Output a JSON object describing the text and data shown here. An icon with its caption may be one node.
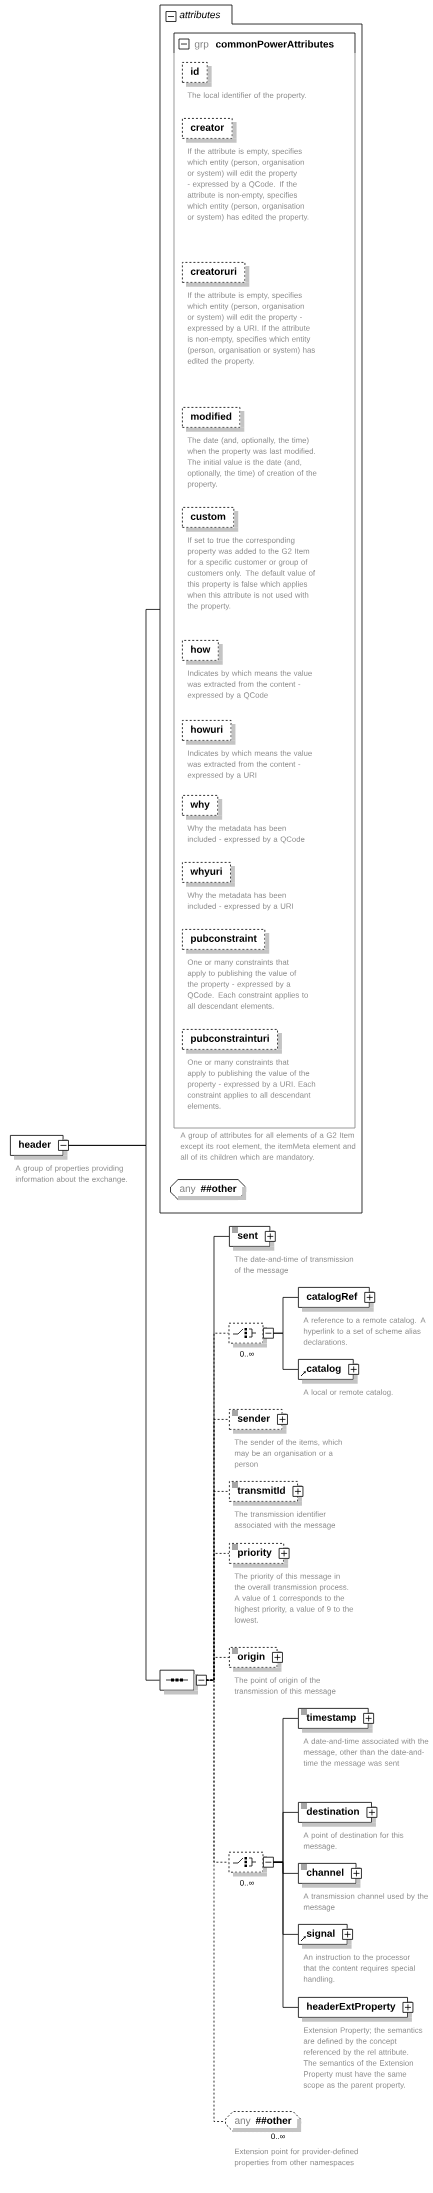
{
  "diagram": {
    "nodes": [
      {
        "text": [
          "header"
        ],
        "beside": [
          "A group of properties providing information about the exchange."
        ]
      },
      {
        "text": [
          "attributes"
        ]
      },
      {
        "text": [
          "grp",
          "commonPowerAttributes"
        ],
        "in": 1,
        "beside": [
          "A group of attributes for all elements of a G2 Item except its root element, the itemMeta element and all of its children which are mandatory."
        ]
      },
      {
        "text": [
          "id"
        ],
        "in": 2,
        "beside": [
          "The local identifier of the property."
        ]
      },
      {
        "text": [
          "creator"
        ],
        "in": 2,
        "beside": [
          "If the attribute is empty, specifies which entity (person, organisation or system) will edit the property - expressed by a QCode. If the attribute is non-empty, specifies which entity (person, organisation or system) has edited the property."
        ]
      },
      {
        "text": [
          "creatoruri"
        ],
        "in": 2,
        "beside": [
          "If the attribute is empty, specifies which entity (person, organisation or system) will edit the property - expressed by a URI. If the attribute is non-empty, specifies which entity (person, organisation or system) has edited the property."
        ]
      },
      {
        "text": [
          "modified"
        ],
        "in": 2,
        "beside": [
          "The date (and, optionally, the time) when the property was last modified. The initial value is the date (and, optionally, the time) of creation of the property."
        ]
      },
      {
        "text": [
          "custom"
        ],
        "in": 2,
        "beside": [
          "If set to true the corresponding property was added to the G2 Item for a specific customer or group of customers only. The default value of this property is false which applies when this attribute is not used with the property."
        ]
      },
      {
        "text": [
          "how"
        ],
        "in": 2,
        "beside": [
          "Indicates by which means the value was extracted from the content - expressed by a QCode"
        ]
      },
      {
        "text": [
          "howuri"
        ],
        "in": 2,
        "beside": [
          "Indicates by which means the value was extracted from the content - expressed by a URI"
        ]
      },
      {
        "text": [
          "why"
        ],
        "in": 2,
        "beside": [
          "Why the metadata has been included - expressed by a QCode"
        ]
      },
      {
        "text": [
          "whyuri"
        ],
        "in": 2,
        "beside": [
          "Why the metadata has been included - expressed by a URI"
        ]
      },
      {
        "text": [
          "pubconstraint"
        ],
        "in": 2,
        "beside": [
          "One or many constraints that apply to publishing the value of the property - expressed by a QCode. Each constraint applies to all descendant elements."
        ]
      },
      {
        "text": [
          "pubconstrainturi"
        ],
        "in": 2,
        "beside": [
          "One or many constraints that apply to publishing the value of the property - expressed by a URI. Each constraint applies to all descendant elements."
        ]
      },
      {
        "text": [
          "any",
          "##other"
        ],
        "in": 1
      },
      {
        "text": [],
        "shape": "octagon"
      },
      {
        "text": [
          "sent"
        ],
        "beside": [
          "The date-and-time of transmission of the message"
        ]
      },
      {
        "text": [],
        "shape": "octagon",
        "beside": [
          "0..∞"
        ]
      },
      {
        "text": [
          "catalogRef"
        ],
        "beside": [
          "A reference to a remote catalog. A hyperlink to a set of scheme alias declarations."
        ]
      },
      {
        "text": [
          "catalog"
        ],
        "beside": [
          "A local or remote catalog."
        ]
      },
      {
        "text": [
          "sender"
        ],
        "beside": [
          "The sender of the items, which may be an organisation or a person"
        ]
      },
      {
        "text": [
          "transmitId"
        ],
        "beside": [
          "The transmission identifier associated with the message"
        ]
      },
      {
        "text": [
          "priority"
        ],
        "beside": [
          "The priority of this message in the overall transmission process. A value of 1 corresponds to the highest priority, a value of 9 to the lowest."
        ]
      },
      {
        "text": [
          "origin"
        ],
        "beside": [
          "The point of origin of the transmission of this message"
        ]
      },
      {
        "text": [],
        "shape": "octagon",
        "beside": [
          "0..∞"
        ]
      },
      {
        "text": [
          "timestamp"
        ],
        "beside": [
          "A date-and-time associated with the message, other than the date-and-time the message was sent"
        ]
      },
      {
        "text": [
          "destination"
        ],
        "beside": [
          "A point of destination for this message."
        ]
      },
      {
        "text": [
          "channel"
        ],
        "beside": [
          "A transmission channel used by the message"
        ]
      },
      {
        "text": [
          "signal"
        ],
        "beside": [
          "An instruction to the processor that the content requires special handling."
        ]
      },
      {
        "text": [
          "headerExtProperty"
        ],
        "beside": [
          "Extension Property; the semantics are defined by the concept referenced by the rel attribute. The semantics of the Extension Property must have the same scope as the parent property."
        ]
      },
      {
        "text": [
          "any",
          "##other"
        ],
        "beside": [
          "0..∞",
          "Extension point for provider-defined properties from other namespaces"
        ]
      }
    ],
    "edges": [
      {
        "from": 0,
        "to": 1,
        "arrow": "none"
      },
      {
        "from": 0,
        "to": 15,
        "arrow": "none"
      },
      {
        "from": 15,
        "to": 16,
        "arrow": "none"
      },
      {
        "from": 15,
        "to": 17,
        "arrow": "none",
        "style": "dashed"
      },
      {
        "from": 17,
        "to": 18,
        "arrow": "none"
      },
      {
        "from": 17,
        "to": 19,
        "arrow": "none"
      },
      {
        "from": 15,
        "to": 20,
        "arrow": "none",
        "style": "dashed"
      },
      {
        "from": 15,
        "to": 21,
        "arrow": "none",
        "style": "dashed"
      },
      {
        "from": 15,
        "to": 22,
        "arrow": "none",
        "style": "dashed"
      },
      {
        "from": 15,
        "to": 23,
        "arrow": "none",
        "style": "dashed"
      },
      {
        "from": 15,
        "to": 24,
        "arrow": "none",
        "style": "dashed"
      },
      {
        "from": 24,
        "to": 25,
        "arrow": "none"
      },
      {
        "from": 24,
        "to": 26,
        "arrow": "none"
      },
      {
        "from": 24,
        "to": 27,
        "arrow": "none"
      },
      {
        "from": 24,
        "to": 28,
        "arrow": "none"
      },
      {
        "from": 24,
        "to": 29,
        "arrow": "none"
      },
      {
        "from": 15,
        "to": 30,
        "arrow": "none",
        "style": "dashed"
      }
    ]
  }
}
